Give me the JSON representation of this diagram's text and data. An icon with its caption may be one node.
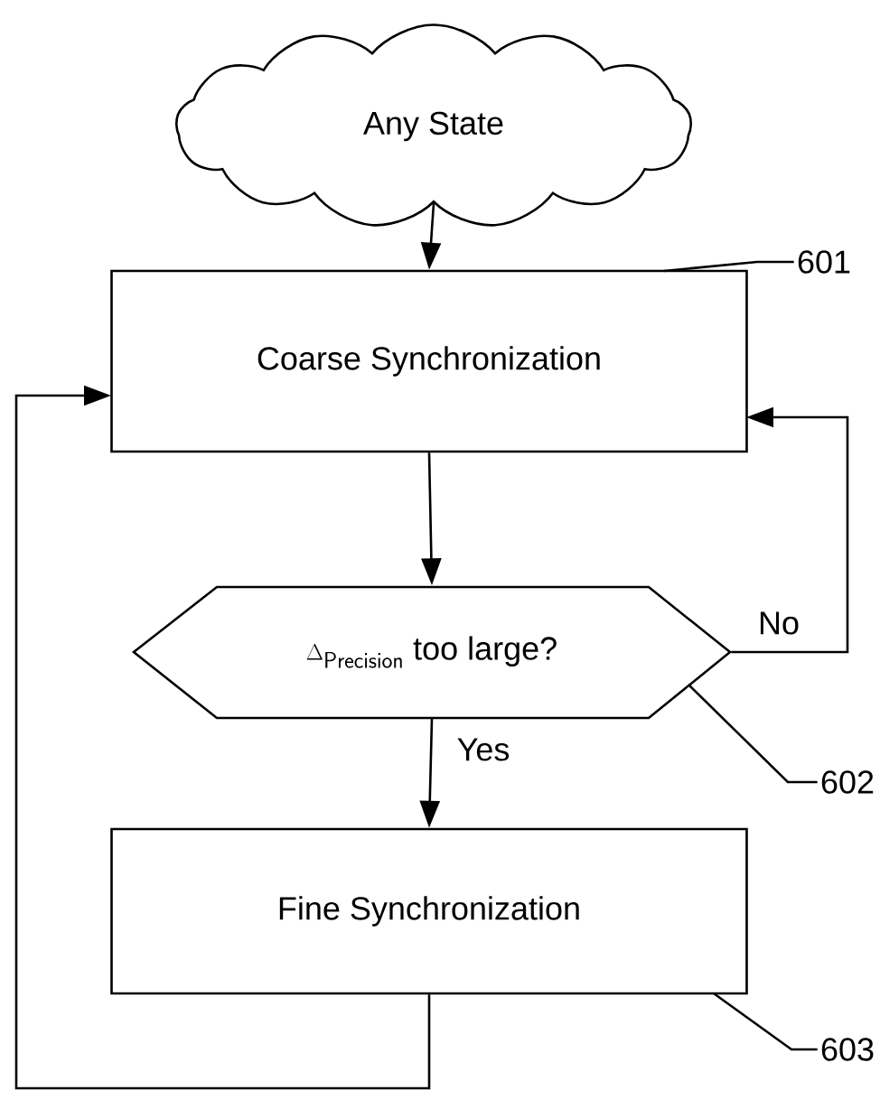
{
  "diagram": {
    "nodes": [
      {
        "text": [
          "Any State"
        ]
      },
      {
        "text": [
          "Coarse Synchronization"
        ]
      },
      {
        "text": [
          "\\Delta_{\\mathsf{Precision}}",
          "too large?"
        ]
      },
      {
        "text": [
          "Fine Synchronization"
        ]
      },
      {
        "text": [
          "601"
        ]
      },
      {
        "text": [
          "602"
        ]
      },
      {
        "text": [
          "603"
        ]
      }
    ],
    "edges": [
      {
        "from": 0,
        "to": 1,
        "arrow": "to"
      },
      {
        "from": 1,
        "to": 2,
        "arrow": "to"
      },
      {
        "from": 2,
        "to": 1,
        "arrow": "to",
        "label": "No"
      },
      {
        "from": 2,
        "to": 3,
        "arrow": "to",
        "label": "Yes"
      },
      {
        "from": 3,
        "to": 1,
        "arrow": "to"
      },
      {
        "from": 4,
        "to": 1,
        "arrow": "none"
      },
      {
        "from": 5,
        "to": 2,
        "arrow": "none"
      },
      {
        "from": 6,
        "to": 3,
        "arrow": "none"
      }
    ]
  }
}
